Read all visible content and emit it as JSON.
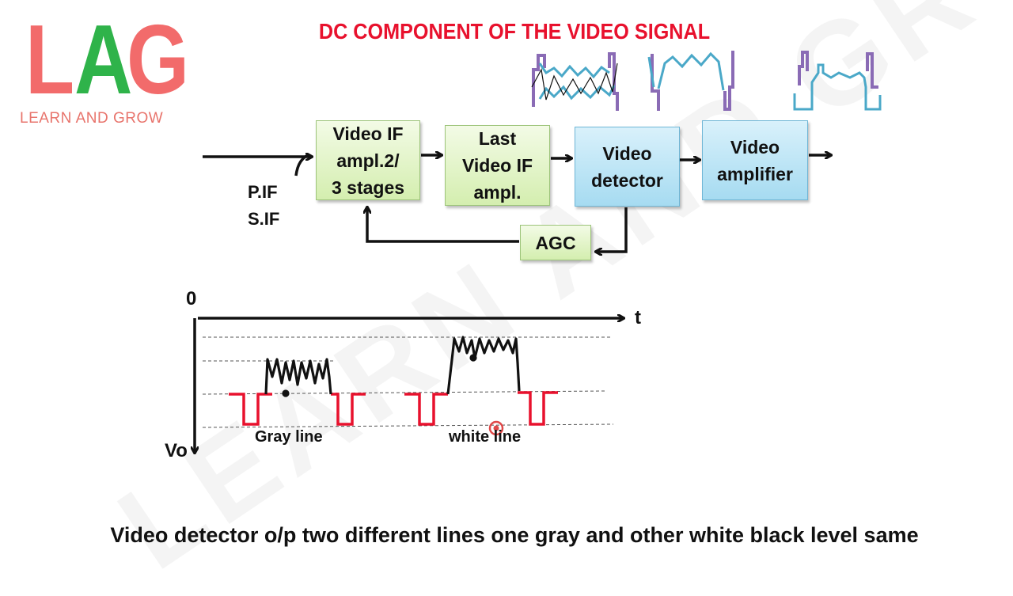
{
  "logo": {
    "letters": [
      "L",
      "A",
      "G"
    ],
    "subtitle": "LEARN AND GROW",
    "colors": [
      "#f26b6b",
      "#2fb34a",
      "#f26b6b"
    ]
  },
  "watermark": "LEARN AND GROW",
  "title": "DC COMPONENT OF THE VIDEO SIGNAL",
  "inputs": [
    "P.IF",
    "S.IF"
  ],
  "blocks": {
    "video_if": "Video IF\nampl.2/\n3 stages",
    "last_if": "Last\nVideo IF\nampl.",
    "detector": "Video\ndetector",
    "amplifier": "Video\namplifier",
    "agc": "AGC"
  },
  "graph": {
    "origin_label": "0",
    "x_label": "t",
    "y_label": "Vo",
    "line_labels": [
      "Gray line",
      "white line"
    ]
  },
  "caption": "Video detector o/p two different lines one gray and other white black level same",
  "colors": {
    "title": "#e8112d",
    "pulse": "#e8112d",
    "waveform_teal": "#4aa8c8",
    "waveform_purple": "#8a6bb5"
  }
}
